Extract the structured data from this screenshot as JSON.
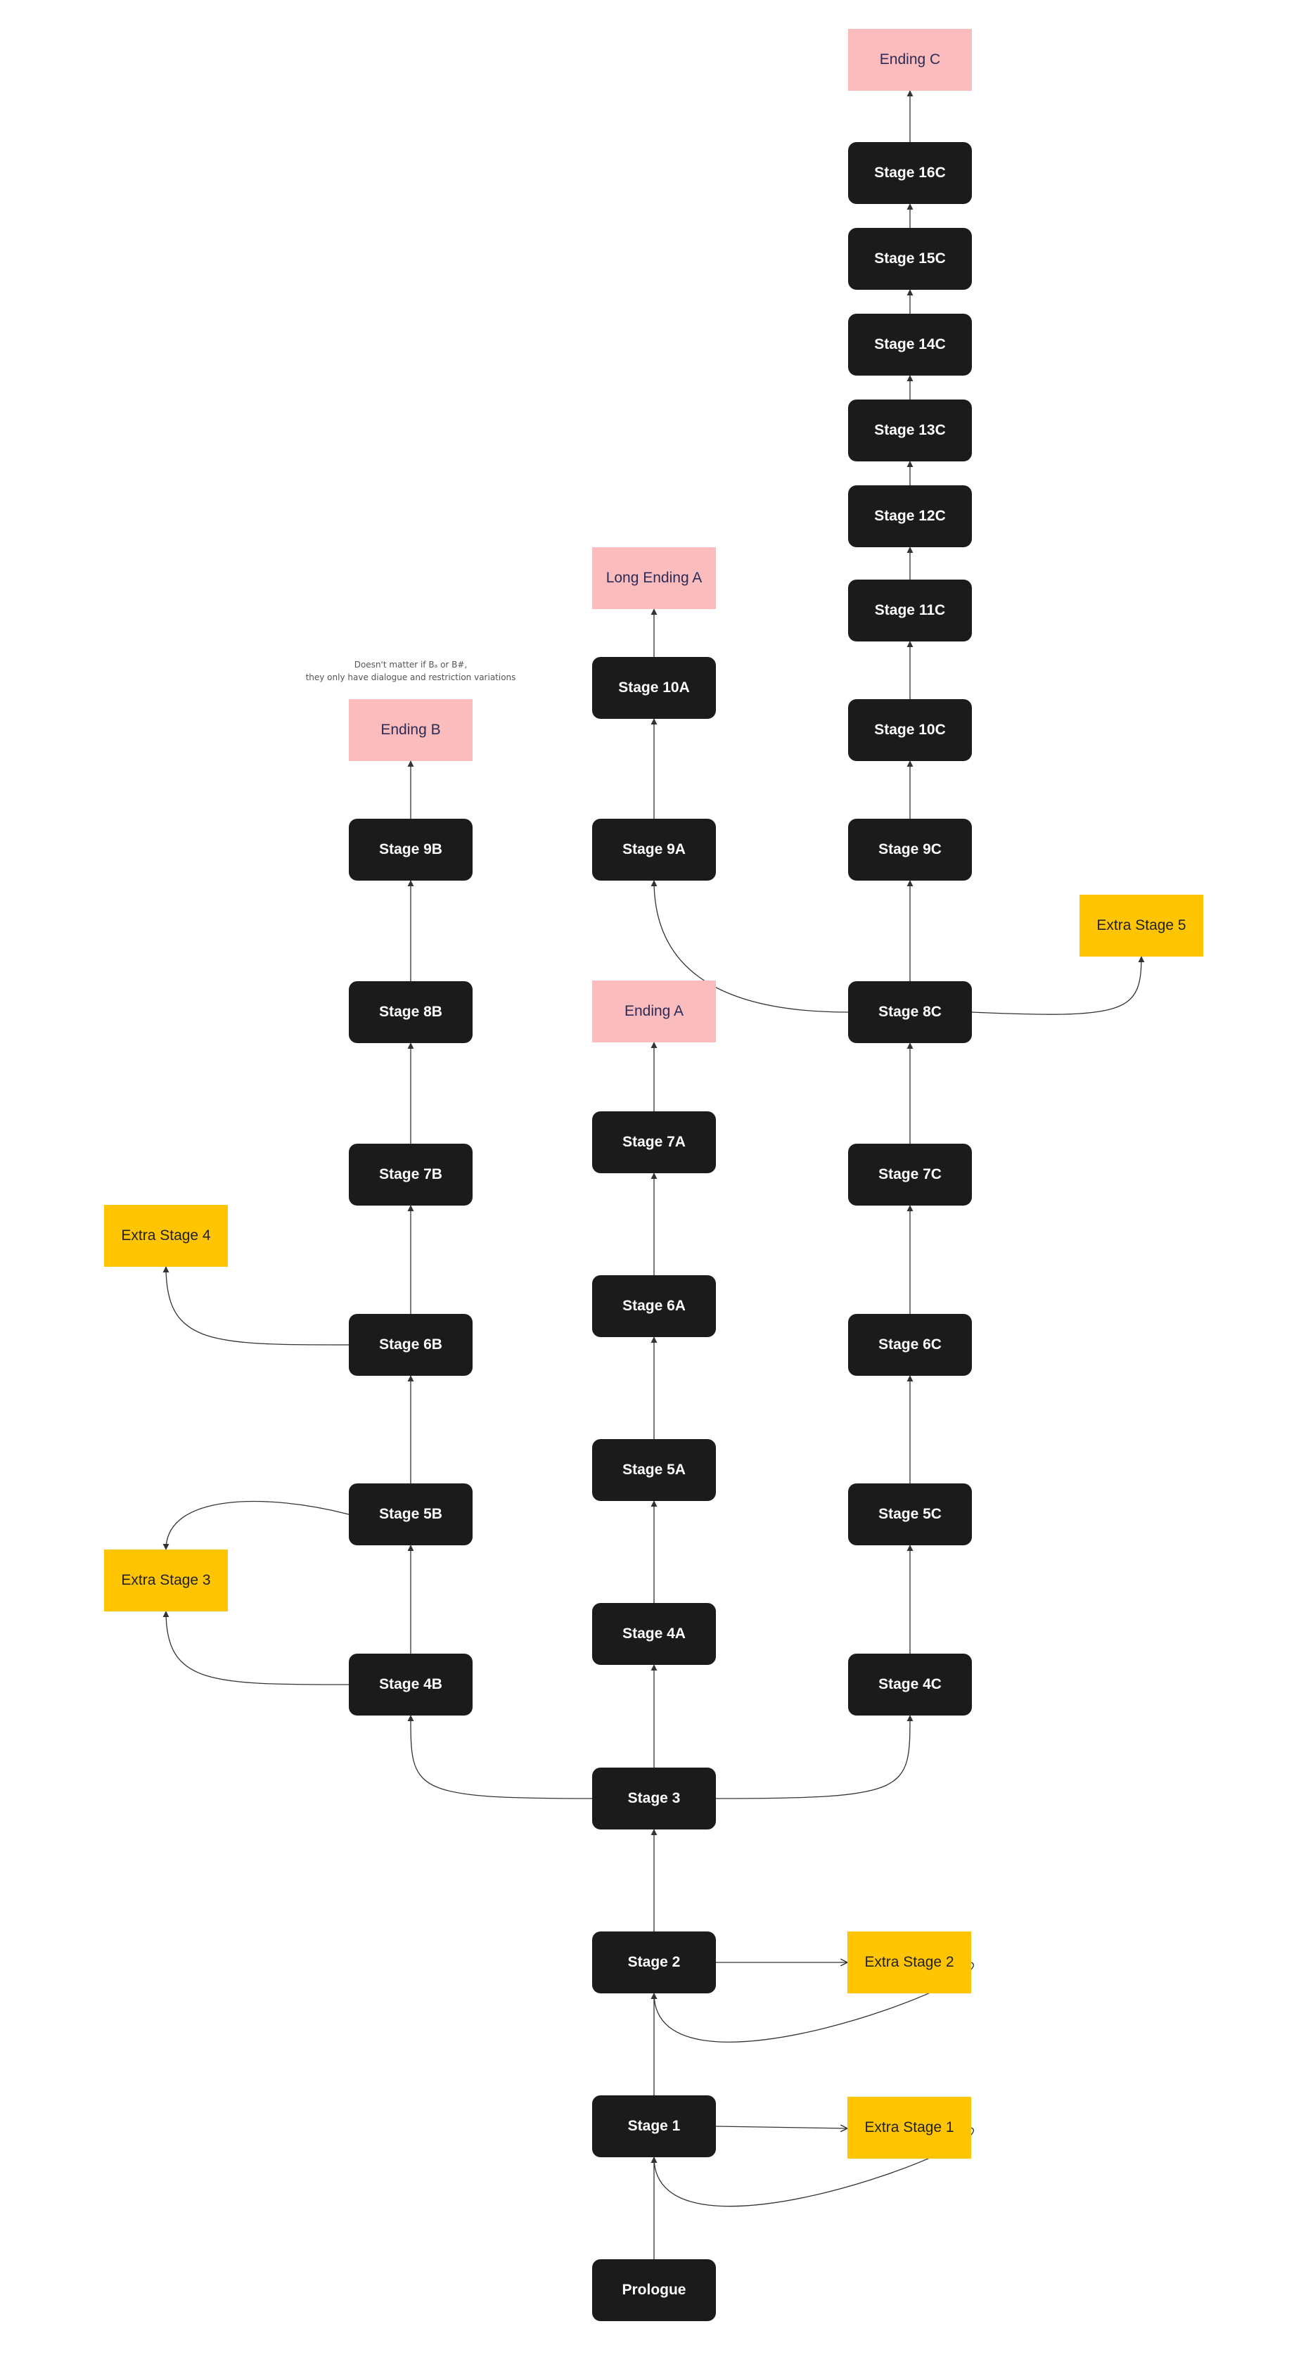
{
  "colors": {
    "stage": "#1b1b1b",
    "extra": "#ffc502",
    "ending": "#fbbcbe",
    "edge": "#333333"
  },
  "note": {
    "line1": "Doesn't matter if Bₐ or B#,",
    "line2": "they only have dialogue and restriction variations"
  },
  "nodes": {
    "prologue": "Prologue",
    "stage1": "Stage 1",
    "stage2": "Stage 2",
    "stage3": "Stage 3",
    "extra1": "Extra Stage 1",
    "extra2": "Extra Stage 2",
    "extra3": "Extra Stage 3",
    "extra4": "Extra Stage 4",
    "extra5": "Extra Stage 5",
    "stage4a": "Stage 4A",
    "stage5a": "Stage 5A",
    "stage6a": "Stage 6A",
    "stage7a": "Stage 7A",
    "endingA": "Ending A",
    "stage9a": "Stage 9A",
    "stage10a": "Stage 10A",
    "longEndingA": "Long Ending A",
    "stage4b": "Stage 4B",
    "stage5b": "Stage 5B",
    "stage6b": "Stage 6B",
    "stage7b": "Stage 7B",
    "stage8b": "Stage 8B",
    "stage9b": "Stage 9B",
    "endingB": "Ending B",
    "stage4c": "Stage 4C",
    "stage5c": "Stage 5C",
    "stage6c": "Stage 6C",
    "stage7c": "Stage 7C",
    "stage8c": "Stage 8C",
    "stage9c": "Stage 9C",
    "stage10c": "Stage 10C",
    "stage11c": "Stage 11C",
    "stage12c": "Stage 12C",
    "stage13c": "Stage 13C",
    "stage14c": "Stage 14C",
    "stage15c": "Stage 15C",
    "stage16c": "Stage 16C",
    "endingC": "Ending C"
  },
  "edges": [
    [
      "prologue",
      "stage1"
    ],
    [
      "stage1",
      "extra1"
    ],
    [
      "extra1",
      "stage1"
    ],
    [
      "stage1",
      "stage2"
    ],
    [
      "stage2",
      "extra2"
    ],
    [
      "extra2",
      "stage2"
    ],
    [
      "stage2",
      "stage3"
    ],
    [
      "stage3",
      "stage4a"
    ],
    [
      "stage3",
      "stage4b"
    ],
    [
      "stage3",
      "stage4c"
    ],
    [
      "stage4a",
      "stage5a"
    ],
    [
      "stage5a",
      "stage6a"
    ],
    [
      "stage6a",
      "stage7a"
    ],
    [
      "stage7a",
      "endingA"
    ],
    [
      "stage9a",
      "stage10a"
    ],
    [
      "stage10a",
      "longEndingA"
    ],
    [
      "stage4b",
      "extra3"
    ],
    [
      "stage4b",
      "stage5b"
    ],
    [
      "stage5b",
      "extra3"
    ],
    [
      "stage5b",
      "stage6b"
    ],
    [
      "stage6b",
      "extra4"
    ],
    [
      "stage6b",
      "stage7b"
    ],
    [
      "stage7b",
      "stage8b"
    ],
    [
      "stage8b",
      "stage9b"
    ],
    [
      "stage9b",
      "endingB"
    ],
    [
      "stage4c",
      "stage5c"
    ],
    [
      "stage5c",
      "stage6c"
    ],
    [
      "stage6c",
      "stage7c"
    ],
    [
      "stage7c",
      "stage8c"
    ],
    [
      "stage8c",
      "stage9a"
    ],
    [
      "stage8c",
      "extra5"
    ],
    [
      "stage8c",
      "stage9c"
    ],
    [
      "stage9c",
      "stage10c"
    ],
    [
      "stage10c",
      "stage11c"
    ],
    [
      "stage11c",
      "stage12c"
    ],
    [
      "stage12c",
      "stage13c"
    ],
    [
      "stage13c",
      "stage14c"
    ],
    [
      "stage14c",
      "stage15c"
    ],
    [
      "stage15c",
      "stage16c"
    ],
    [
      "stage16c",
      "endingC"
    ]
  ]
}
